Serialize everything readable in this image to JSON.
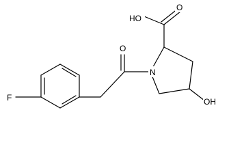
{
  "molecule": {
    "labels": {
      "fluorine": "F",
      "carbonyl_oxygen": "O",
      "ring_nitrogen": "N",
      "carboxylic_acid": "HO",
      "hydroxyl": "OH"
    }
  },
  "colors": {
    "bond": "#000000",
    "text": "#000000",
    "background": "#ffffff"
  }
}
